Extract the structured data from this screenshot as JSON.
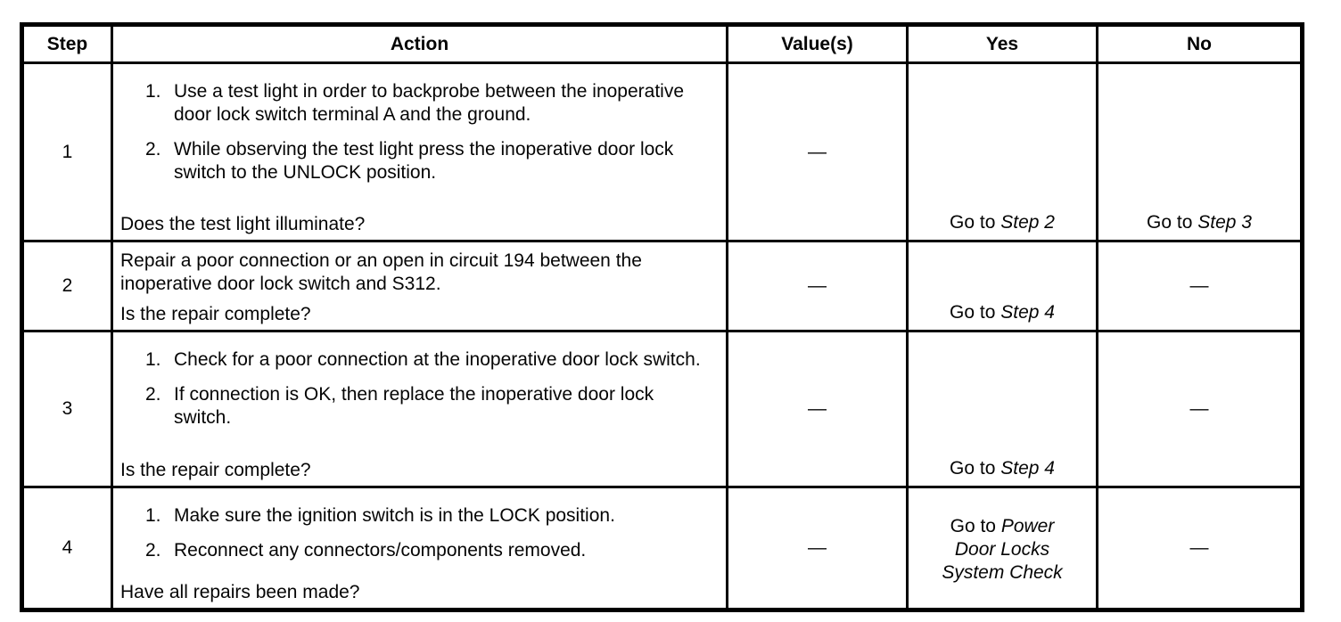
{
  "colors": {
    "background": "#ffffff",
    "border": "#000000",
    "text": "#050505"
  },
  "table": {
    "headers": {
      "step": "Step",
      "action": "Action",
      "values": "Value(s)",
      "yes": "Yes",
      "no": "No"
    },
    "rows": [
      {
        "step": "1",
        "action": {
          "items": [
            {
              "num": "1.",
              "text": "Use a test light in order to backprobe between the inoperative door lock switch terminal A and the ground."
            },
            {
              "num": "2.",
              "text": "While observing the test light press the inoperative door lock switch to the UNLOCK position."
            }
          ],
          "question": "Does the test light illuminate?"
        },
        "values": "—",
        "yes": {
          "prefix": "Go to ",
          "target": "Step 2"
        },
        "no": {
          "prefix": "Go to ",
          "target": "Step 3"
        }
      },
      {
        "step": "2",
        "action": {
          "text": "Repair a poor connection or an open in circuit 194 between the inoperative door lock switch and S312.",
          "question": "Is the repair complete?"
        },
        "values": "—",
        "yes": {
          "prefix": "Go to ",
          "target": "Step 4"
        },
        "no": {
          "dash": "—"
        }
      },
      {
        "step": "3",
        "action": {
          "items": [
            {
              "num": "1.",
              "text": "Check for a poor connection at the inoperative door lock switch."
            },
            {
              "num": "2.",
              "text": "If connection is OK, then replace the inoperative door lock switch."
            }
          ],
          "question": "Is the repair complete?"
        },
        "values": "—",
        "yes": {
          "prefix": "Go to ",
          "target": "Step 4"
        },
        "no": {
          "dash": "—"
        }
      },
      {
        "step": "4",
        "action": {
          "items": [
            {
              "num": "1.",
              "text": "Make sure the ignition switch is in the LOCK position."
            },
            {
              "num": "2.",
              "text": "Reconnect any connectors/components removed."
            }
          ],
          "question": "Have all repairs been made?"
        },
        "values": "—",
        "yes": {
          "prefix": "Go to ",
          "target": "Power Door Locks System Check"
        },
        "no": {
          "dash": "—"
        }
      }
    ]
  }
}
